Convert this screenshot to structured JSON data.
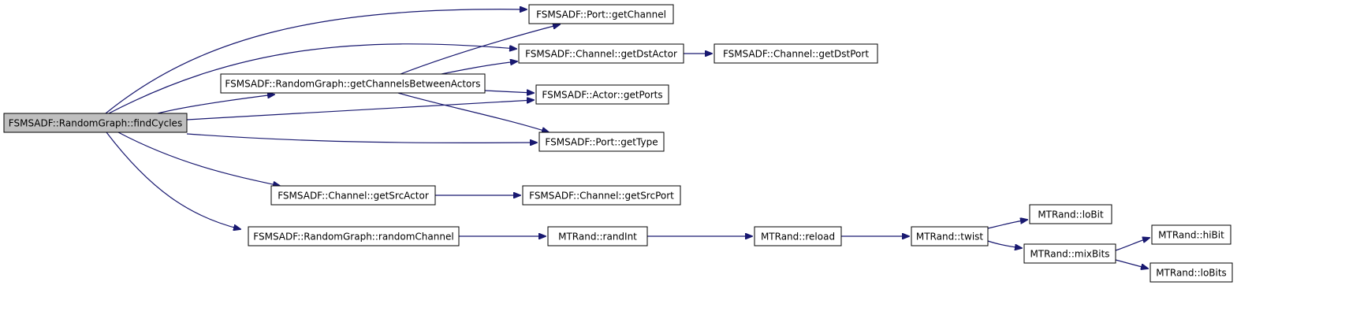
{
  "colors": {
    "edge": "#191970",
    "node_fill": "#ffffff",
    "root_fill": "#bfbfbf",
    "node_stroke": "#000000"
  },
  "nodes": [
    {
      "id": "n0",
      "label": "FSMSADF::RandomGraph::findCycles",
      "root": true
    },
    {
      "id": "n1",
      "label": "FSMSADF::Port::getChannel"
    },
    {
      "id": "n2",
      "label": "FSMSADF::Channel::getDstActor"
    },
    {
      "id": "n3",
      "label": "FSMSADF::Channel::getDstPort"
    },
    {
      "id": "n4",
      "label": "FSMSADF::RandomGraph::getChannelsBetweenActors"
    },
    {
      "id": "n5",
      "label": "FSMSADF::Actor::getPorts"
    },
    {
      "id": "n6",
      "label": "FSMSADF::Port::getType"
    },
    {
      "id": "n7",
      "label": "FSMSADF::Channel::getSrcActor"
    },
    {
      "id": "n8",
      "label": "FSMSADF::Channel::getSrcPort"
    },
    {
      "id": "n9",
      "label": "FSMSADF::RandomGraph::randomChannel"
    },
    {
      "id": "n10",
      "label": "MTRand::randInt"
    },
    {
      "id": "n11",
      "label": "MTRand::reload"
    },
    {
      "id": "n12",
      "label": "MTRand::twist"
    },
    {
      "id": "n13",
      "label": "MTRand::loBit"
    },
    {
      "id": "n14",
      "label": "MTRand::mixBits"
    },
    {
      "id": "n15",
      "label": "MTRand::hiBit"
    },
    {
      "id": "n16",
      "label": "MTRand::loBits"
    }
  ],
  "edges": [
    {
      "from": "n0",
      "to": "n1"
    },
    {
      "from": "n0",
      "to": "n2"
    },
    {
      "from": "n0",
      "to": "n4"
    },
    {
      "from": "n0",
      "to": "n5"
    },
    {
      "from": "n0",
      "to": "n6"
    },
    {
      "from": "n0",
      "to": "n7"
    },
    {
      "from": "n0",
      "to": "n9"
    },
    {
      "from": "n2",
      "to": "n3"
    },
    {
      "from": "n4",
      "to": "n1"
    },
    {
      "from": "n4",
      "to": "n2"
    },
    {
      "from": "n4",
      "to": "n5"
    },
    {
      "from": "n4",
      "to": "n6"
    },
    {
      "from": "n7",
      "to": "n8"
    },
    {
      "from": "n9",
      "to": "n10"
    },
    {
      "from": "n10",
      "to": "n11"
    },
    {
      "from": "n11",
      "to": "n12"
    },
    {
      "from": "n12",
      "to": "n13"
    },
    {
      "from": "n12",
      "to": "n14"
    },
    {
      "from": "n14",
      "to": "n15"
    },
    {
      "from": "n14",
      "to": "n16"
    }
  ]
}
